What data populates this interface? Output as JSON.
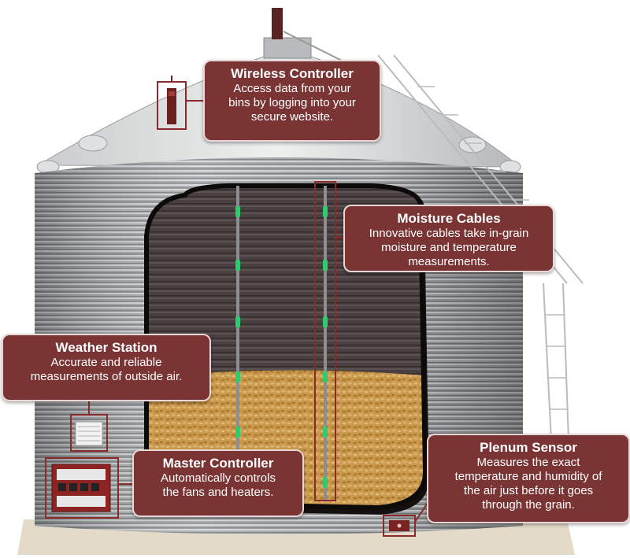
{
  "colors": {
    "callout_fill": "#7a3434",
    "callout_border": "#e9d6d6",
    "highlight_outline": "#8b2a2a",
    "sensor_light": "#2ecc71",
    "grain": "#c99a4e"
  },
  "callouts": {
    "wireless_controller": {
      "title": "Wireless Controller",
      "description": "Access data from your\nbins by logging into your\nsecure website."
    },
    "moisture_cables": {
      "title": "Moisture Cables",
      "description": "Innovative cables take in-grain\nmoisture and  temperature\nmeasurements."
    },
    "weather_station": {
      "title": "Weather Station",
      "description": "Accurate and reliable\nmeasurements of outside air."
    },
    "master_controller": {
      "title": "Master Controller",
      "description": "Automatically controls\nthe fans and heaters."
    },
    "plenum_sensor": {
      "title": "Plenum Sensor",
      "description": "Measures the exact\ntemperature and humidity of\nthe air just before it goes\nthrough the grain."
    }
  }
}
